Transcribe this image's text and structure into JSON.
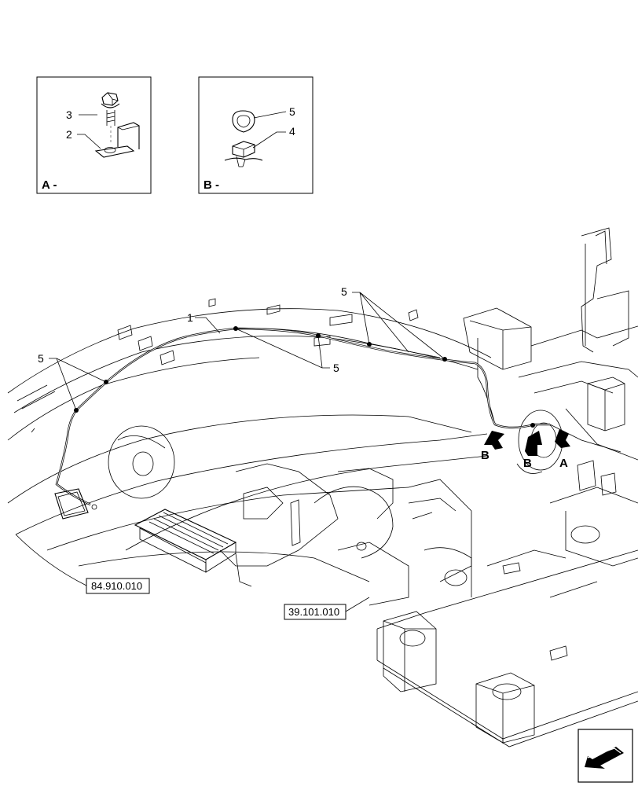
{
  "detail_a": {
    "title": "A -",
    "callouts": [
      "3",
      "2"
    ]
  },
  "detail_b": {
    "title": "B -",
    "callouts": [
      "5",
      "4"
    ]
  },
  "callouts": {
    "wire_harness": "1",
    "clip_left": "5",
    "clip_mid": "5",
    "clip_top": "5"
  },
  "view_markers": {
    "b1": "B",
    "b2": "B",
    "a": "A"
  },
  "references": {
    "ref_1": "84.910.010",
    "ref_2": "39.101.010"
  },
  "icons": {
    "nav": "back-arrow-icon"
  }
}
